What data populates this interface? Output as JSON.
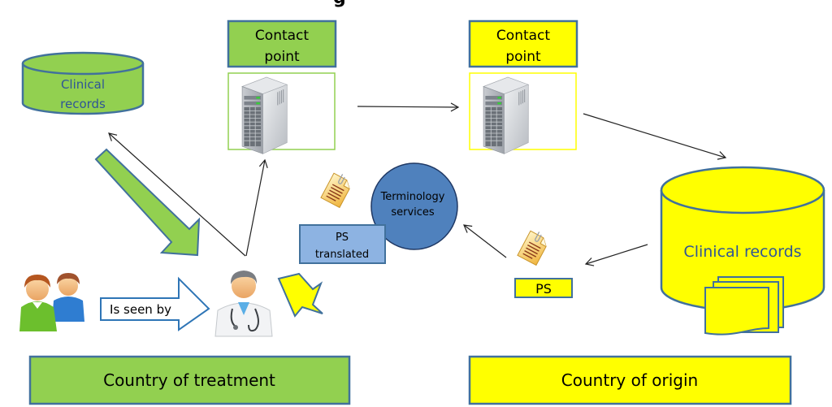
{
  "diagram": {
    "title_fragment": "g",
    "colors": {
      "treatment_green": "#92d050",
      "origin_yellow": "#ffff00",
      "border_blue": "#41719c",
      "terminology_blue": "#4f81bd",
      "ps_translated_blue": "#8db3e2",
      "text_dark_blue": "#2f5597",
      "arrow_black": "#222222"
    },
    "nodes": {
      "clinical_records_treatment": {
        "line1": "Clinical",
        "line2": "records"
      },
      "contact_point_treatment": {
        "line1": "Contact",
        "line2": "point"
      },
      "contact_point_origin": {
        "line1": "Contact",
        "line2": "point"
      },
      "clinical_records_origin": {
        "label": "Clinical records"
      },
      "terminology_services": {
        "line1": "Terminology",
        "line2": "services"
      },
      "ps_translated": {
        "line1": "PS",
        "line2": "translated"
      },
      "ps": {
        "label": "PS"
      },
      "is_seen_by": {
        "label": "Is seen by"
      },
      "country_of_treatment": {
        "label": "Country of treatment"
      },
      "country_of_origin": {
        "label": "Country of origin"
      }
    },
    "icons": {
      "patients": "patients-icon",
      "doctor": "doctor-icon",
      "server": "server-icon",
      "document": "document-icon",
      "stacked_pages": "documents-stack-icon"
    }
  }
}
